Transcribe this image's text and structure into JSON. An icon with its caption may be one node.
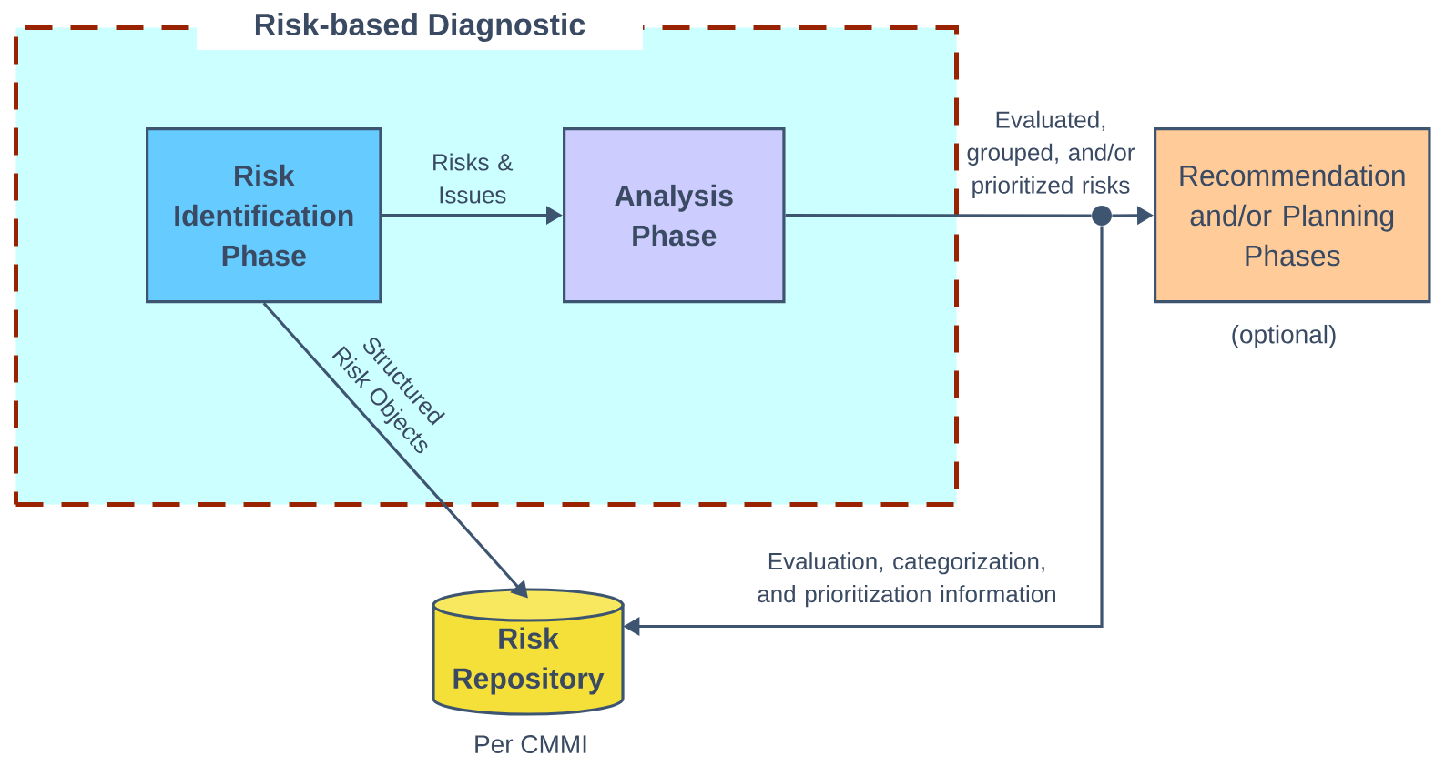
{
  "diagram": {
    "nodes": [
      {
        "text": [
          "Risk-based Diagnostic"
        ]
      },
      {
        "text": [
          "Risk Identification Phase"
        ],
        "in": 0
      },
      {
        "text": [
          "Analysis Phase"
        ],
        "in": 0
      },
      {
        "text": [
          "Recommendation and/or Planning Phases"
        ],
        "beside": [
          "(optional)"
        ]
      },
      {
        "text": [
          "Risk Repository"
        ],
        "beside": [
          "Per CMMI"
        ]
      },
      {
        "text": [],
        "shape": "circle"
      }
    ],
    "edges": [
      {
        "from": 1,
        "to": 2,
        "arrow": "to",
        "label": "Risks & Issues"
      },
      {
        "from": 2,
        "to": 5,
        "arrow": "none",
        "label": "Evaluated, grouped, and/or prioritized risks"
      },
      {
        "from": 5,
        "to": 3,
        "arrow": "to"
      },
      {
        "from": 5,
        "to": 4,
        "arrow": "to",
        "label": "Evaluation, categorization, and prioritization information"
      },
      {
        "from": 1,
        "to": 4,
        "arrow": "to",
        "label": "Structured Risk Objects"
      }
    ]
  }
}
